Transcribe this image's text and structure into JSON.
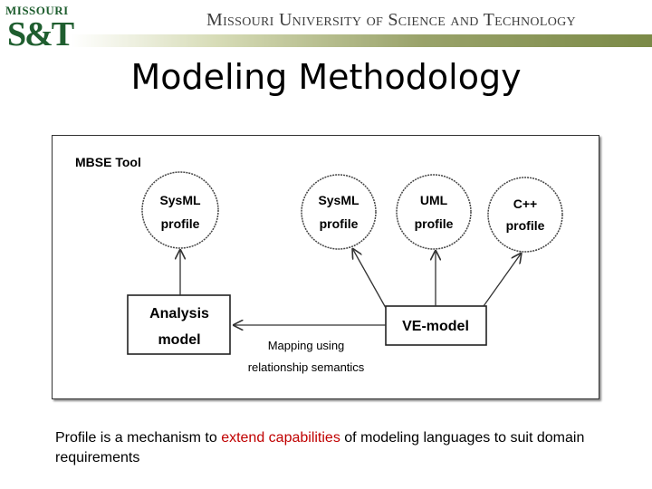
{
  "header": {
    "logo_top": "MISSOURI",
    "logo_main": "S&T",
    "university": "Missouri University of Science and Technology"
  },
  "slide": {
    "title": "Modeling Methodology"
  },
  "diagram": {
    "container_label": "MBSE Tool",
    "nodes": [
      {
        "id": "sysml-profile-left",
        "shape": "circle",
        "lines": [
          "SysML",
          "profile"
        ]
      },
      {
        "id": "sysml-profile-right",
        "shape": "circle",
        "lines": [
          "SysML",
          "profile"
        ]
      },
      {
        "id": "uml-profile",
        "shape": "circle",
        "lines": [
          "UML",
          "profile"
        ]
      },
      {
        "id": "cpp-profile",
        "shape": "circle",
        "lines": [
          "C++",
          "profile"
        ]
      },
      {
        "id": "analysis-model",
        "shape": "rect",
        "lines": [
          "Analysis",
          "model"
        ]
      },
      {
        "id": "ve-model",
        "shape": "rect",
        "lines": [
          "VE-model"
        ]
      }
    ],
    "edges": [
      {
        "from": "analysis-model",
        "to": "sysml-profile-left"
      },
      {
        "from": "ve-model",
        "to": "sysml-profile-right"
      },
      {
        "from": "ve-model",
        "to": "uml-profile"
      },
      {
        "from": "ve-model",
        "to": "cpp-profile"
      },
      {
        "from": "ve-model",
        "to": "analysis-model",
        "label_lines": [
          "Mapping using",
          "relationship semantics"
        ]
      }
    ]
  },
  "caption": {
    "before": "Profile is a mechanism to ",
    "highlight": "extend capabilities",
    "after": " of modeling languages to suit domain requirements",
    "highlight_color": "#c00000"
  }
}
